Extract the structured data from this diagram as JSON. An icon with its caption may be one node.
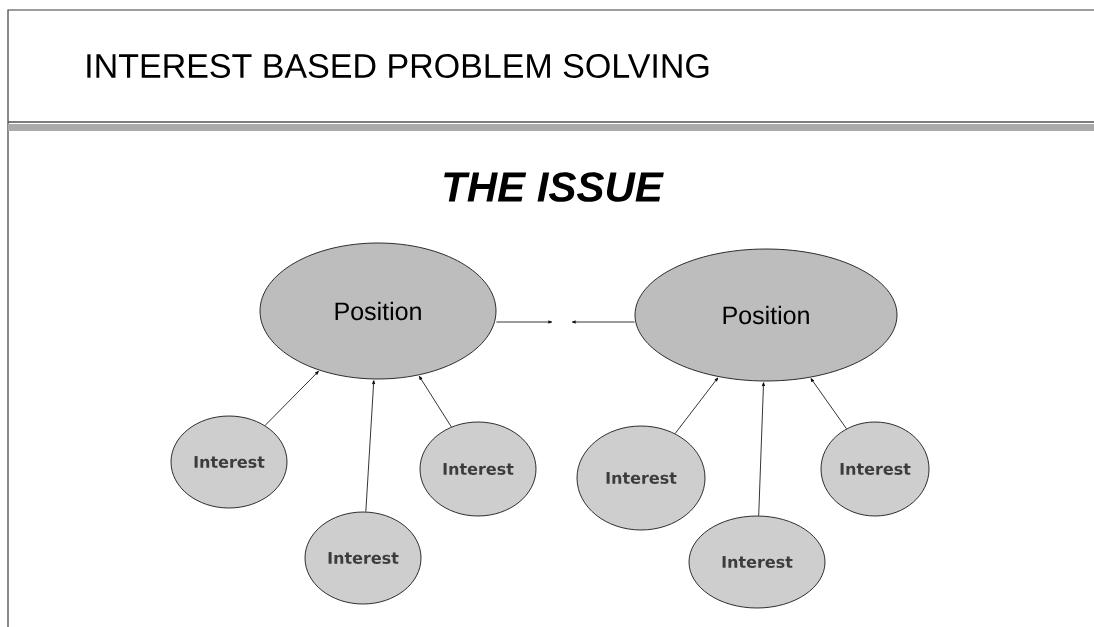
{
  "diagram": {
    "title": "INTEREST BASED PROBLEM SOLVING",
    "nodes": [
      {
        "text": [
          "Position"
        ]
      },
      {
        "text": [
          "Position"
        ]
      },
      {
        "text": [
          "Interest"
        ]
      },
      {
        "text": [
          "Interest"
        ]
      },
      {
        "text": [
          "Interest"
        ]
      },
      {
        "text": [
          "Interest"
        ]
      },
      {
        "text": [
          "Interest"
        ]
      },
      {
        "text": [
          "Interest"
        ]
      }
    ],
    "edges": [
      {
        "from": 0,
        "to": null,
        "arrow": "to"
      },
      {
        "from": 1,
        "to": null,
        "arrow": "to"
      },
      {
        "from": 2,
        "to": 0,
        "arrow": "to"
      },
      {
        "from": 3,
        "to": 0,
        "arrow": "to"
      },
      {
        "from": 4,
        "to": 0,
        "arrow": "to"
      },
      {
        "from": 5,
        "to": 1,
        "arrow": "to"
      },
      {
        "from": 6,
        "to": 1,
        "arrow": "to"
      },
      {
        "from": 7,
        "to": 1,
        "arrow": "to"
      }
    ],
    "labels": [
      "THE ISSUE"
    ]
  }
}
